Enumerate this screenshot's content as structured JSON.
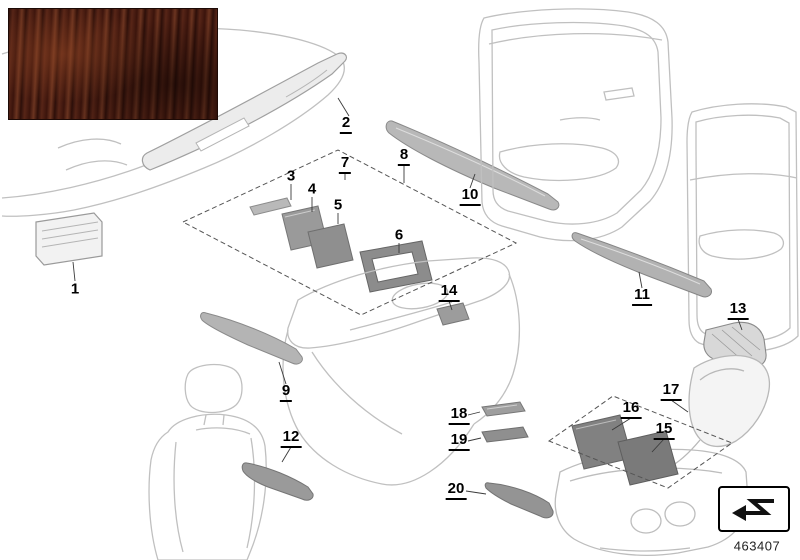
{
  "diagram": {
    "number": "463407",
    "callouts": [
      {
        "label": "1",
        "underlined": false
      },
      {
        "label": "2",
        "underlined": true
      },
      {
        "label": "3",
        "underlined": false
      },
      {
        "label": "4",
        "underlined": false
      },
      {
        "label": "5",
        "underlined": false
      },
      {
        "label": "6",
        "underlined": false
      },
      {
        "label": "7",
        "underlined": true
      },
      {
        "label": "8",
        "underlined": true
      },
      {
        "label": "9",
        "underlined": true
      },
      {
        "label": "10",
        "underlined": true
      },
      {
        "label": "11",
        "underlined": true
      },
      {
        "label": "12",
        "underlined": true
      },
      {
        "label": "13",
        "underlined": true
      },
      {
        "label": "14",
        "underlined": true
      },
      {
        "label": "15",
        "underlined": true
      },
      {
        "label": "16",
        "underlined": true
      },
      {
        "label": "17",
        "underlined": true
      },
      {
        "label": "18",
        "underlined": true
      },
      {
        "label": "19",
        "underlined": true
      },
      {
        "label": "20",
        "underlined": true
      }
    ],
    "material_swatch": {
      "description": "dark mahogany wood trim sample",
      "colors": [
        "#2c0f0a",
        "#572517",
        "#6b3420"
      ]
    },
    "legend_symbol": "zigzag-arrow-icon",
    "sketch_line_color": "#c0c0c0",
    "accent_part_color": "#8f8f8f"
  }
}
